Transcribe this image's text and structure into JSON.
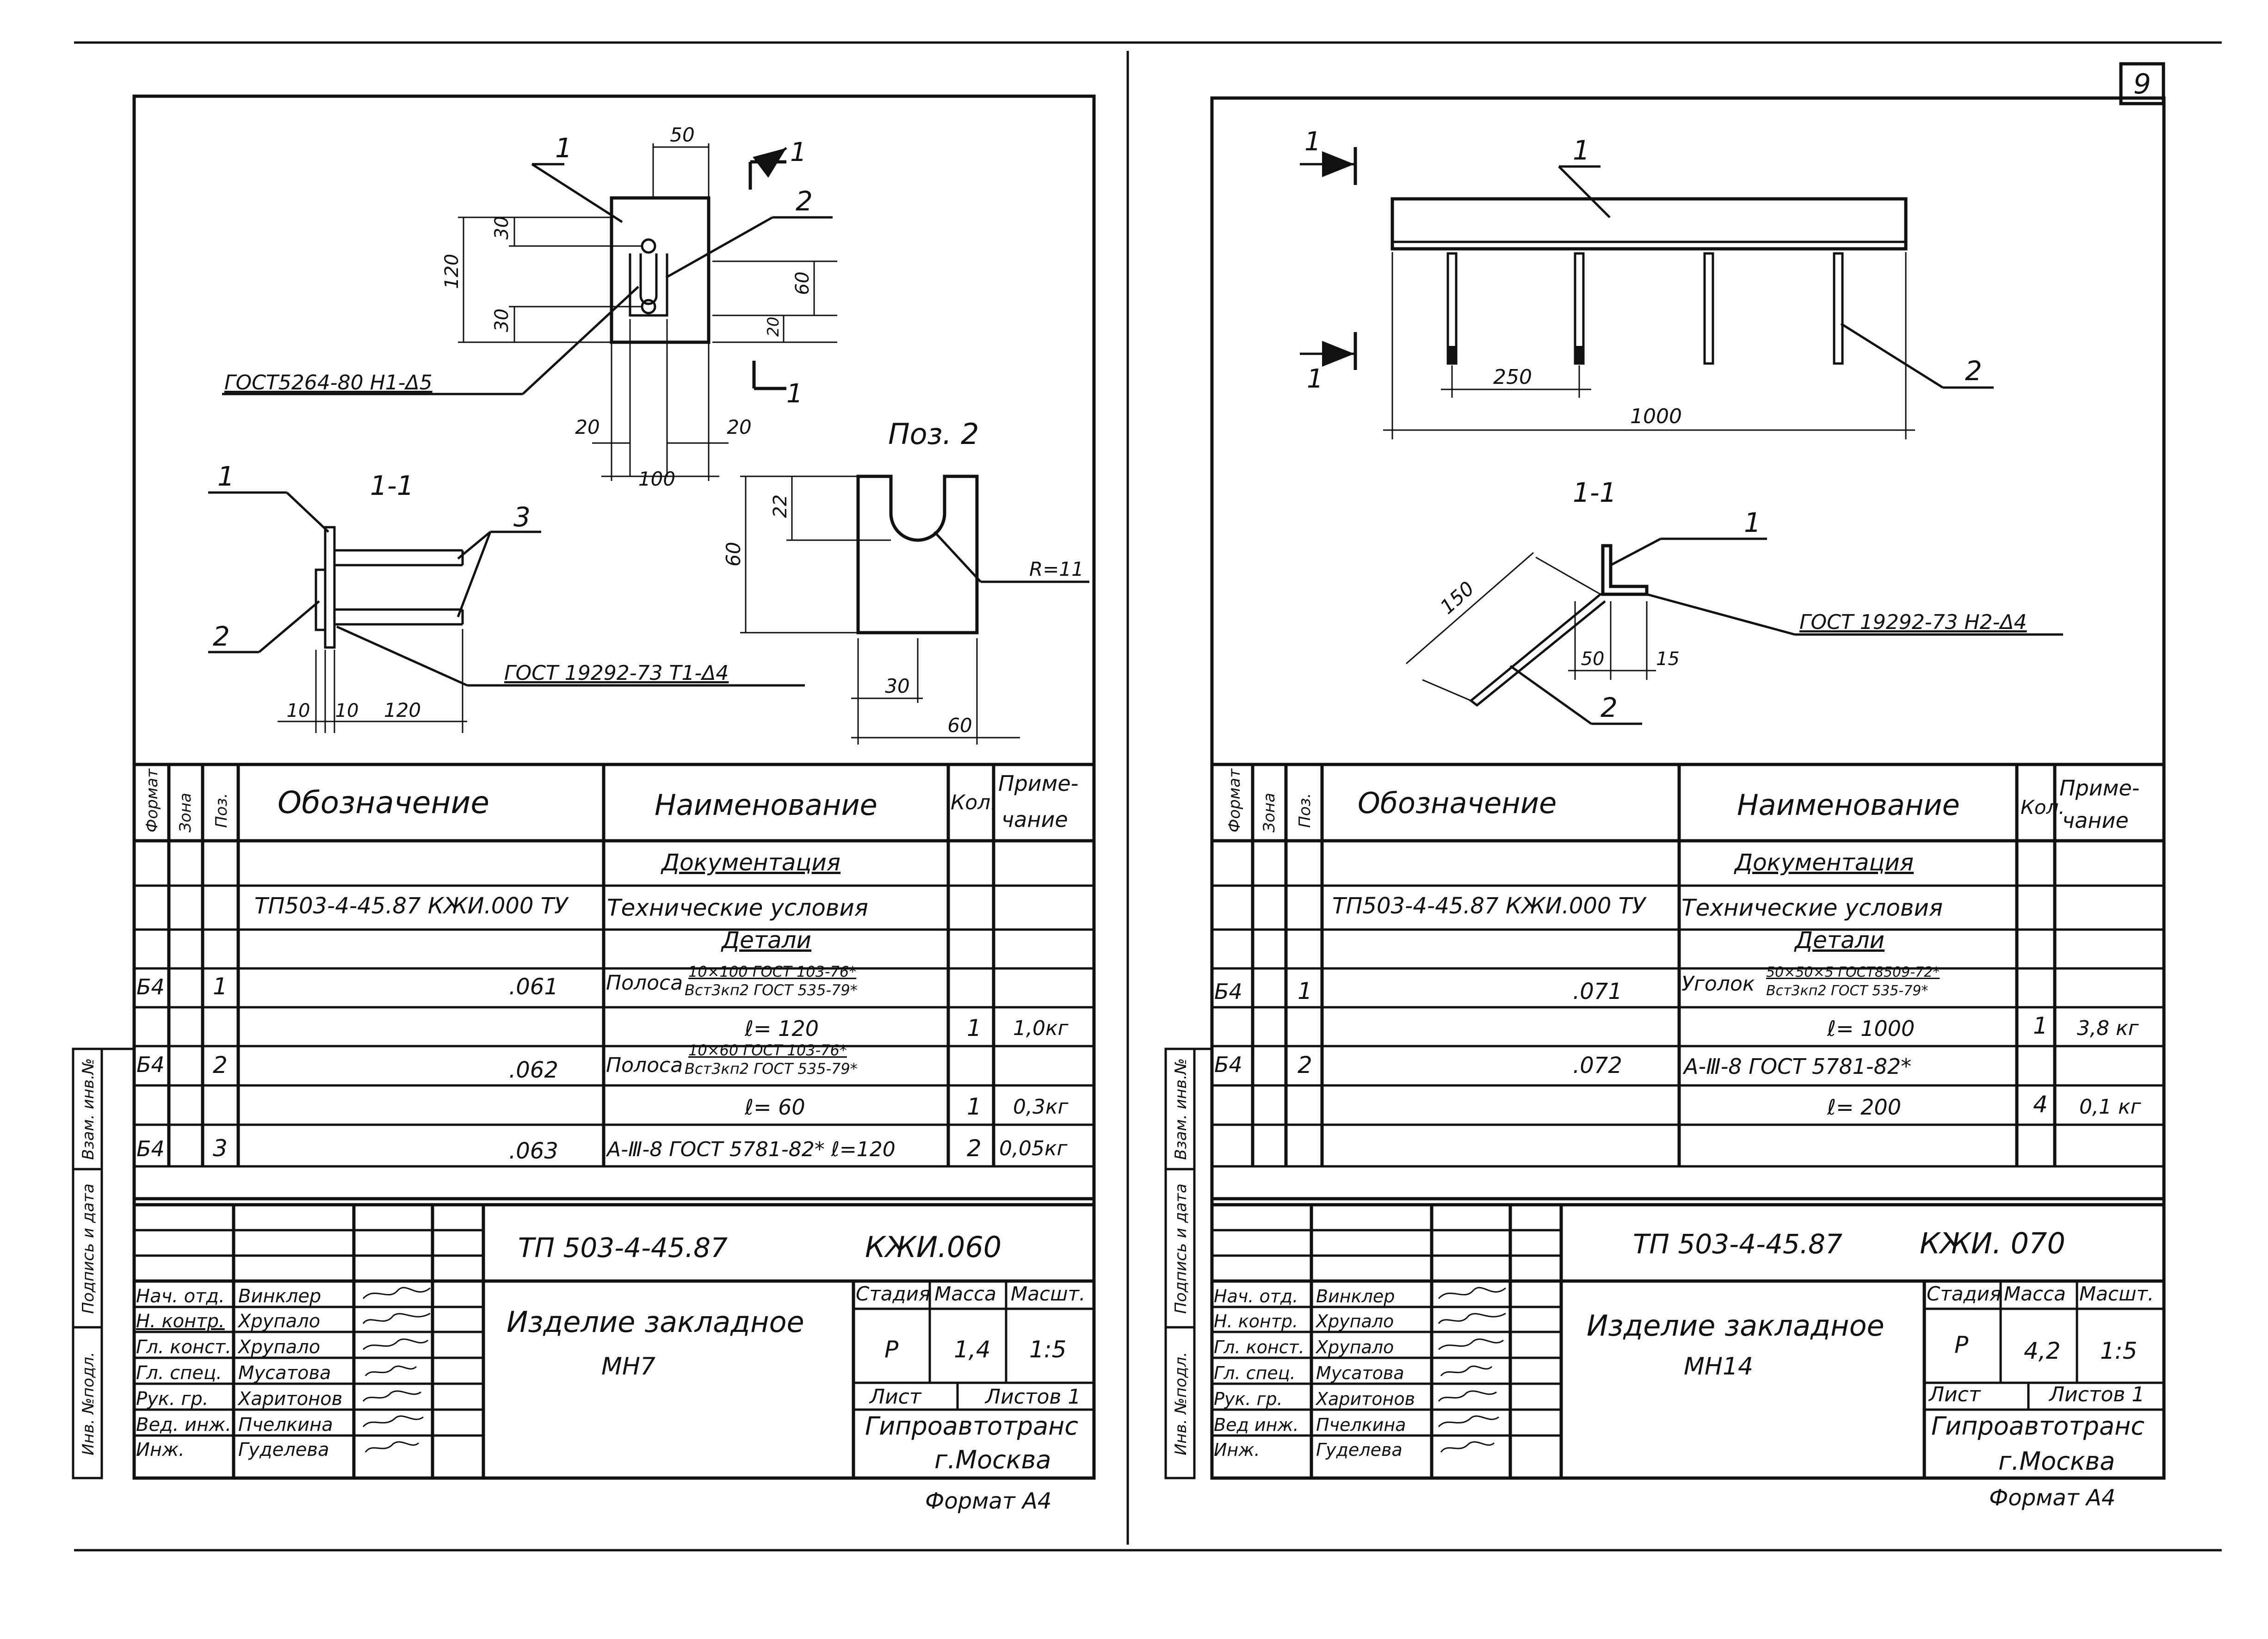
{
  "page_number": "9",
  "left": {
    "callouts": [
      "1",
      "2",
      "1",
      "1",
      "2",
      "3"
    ],
    "section_marks": [
      "1",
      "1"
    ],
    "section_title": "1-1",
    "pos2_title": "Поз. 2",
    "dims": {
      "d50": "50",
      "d30a": "30",
      "d120": "120",
      "d30b": "30",
      "d60v": "60",
      "d20v": "20",
      "d20l": "20",
      "d20r": "20",
      "d100": "100",
      "d22": "22",
      "d60p": "60",
      "r11": "R=11",
      "d30p": "30",
      "d60ph": "60",
      "d10a": "10",
      "d10b": "10",
      "d120s": "120"
    },
    "notes": {
      "weld_top": "ГОСТ5264-80 Н1-Δ5",
      "weld_sec": "ГОСТ 19292-73 Т1-Δ4"
    },
    "spec_headers": {
      "format": "Формат",
      "zone": "Зона",
      "pos": "Поз.",
      "designation": "Обозначение",
      "name": "Наименование",
      "qty": "Кол.",
      "note_top": "Приме-",
      "note_bottom": "чание"
    },
    "spec_rows": [
      {
        "format": "",
        "pos": "",
        "designation": "",
        "name": "Документация",
        "qty": "",
        "note": ""
      },
      {
        "format": "",
        "pos": "",
        "designation": "ТП503-4-45.87 КЖИ.000 ТУ",
        "name": "Технические условия",
        "qty": "",
        "note": ""
      },
      {
        "format": "",
        "pos": "",
        "designation": "",
        "name": "Детали",
        "qty": "",
        "note": ""
      },
      {
        "format": "Б4",
        "pos": "1",
        "designation": ".061",
        "name": "Полоса",
        "frac_top": "10×100 ГОСТ 103-76*",
        "frac_bottom": "Вст3кп2 ГОСТ 535-79*",
        "qty": "",
        "note": ""
      },
      {
        "format": "",
        "pos": "",
        "designation": "",
        "name": "ℓ= 120",
        "qty": "1",
        "note": "1,0кг"
      },
      {
        "format": "Б4",
        "pos": "2",
        "designation": ".062",
        "name": "Полоса",
        "frac_top": "10×60 ГОСТ 103-76*",
        "frac_bottom": "Вст3кп2 ГОСТ 535-79*",
        "qty": "",
        "note": ""
      },
      {
        "format": "",
        "pos": "",
        "designation": "",
        "name": "ℓ= 60",
        "qty": "1",
        "note": "0,3кг"
      },
      {
        "format": "Б4",
        "pos": "3",
        "designation": ".063",
        "name": "А-Ⅲ-8  ГОСТ 5781-82*  ℓ=120",
        "qty": "2",
        "note": "0,05кг"
      }
    ],
    "title_block": {
      "code": "ТП 503-4-45.87",
      "doc": "КЖИ.060",
      "item_name": "Изделие закладное",
      "item_mark": "МН7",
      "stage_label": "Стадия",
      "mass_label": "Масса",
      "scale_label": "Масшт.",
      "stage": "Р",
      "mass": "1,4",
      "scale": "1:5",
      "sheet_label": "Лист",
      "sheets_label": "Листов 1",
      "org": "Гипроавтотранс",
      "city": "г.Москва",
      "format": "Формат А4",
      "staff": [
        {
          "role": "Нач. отд.",
          "name": "Винклер"
        },
        {
          "role": "Н. контр.",
          "name": "Хрупало"
        },
        {
          "role": "Гл. конст.",
          "name": "Хрупало"
        },
        {
          "role": "Гл. спец.",
          "name": "Мусатова"
        },
        {
          "role": "Рук. гр.",
          "name": "Харитонов"
        },
        {
          "role": "Вед. инж.",
          "name": "Пчелкина"
        },
        {
          "role": "Инж.",
          "name": "Гуделева"
        }
      ],
      "side_labels": [
        "Инв. №подл.",
        "Подпись и дата",
        "Взам. инв.№"
      ]
    }
  },
  "right": {
    "callouts": [
      "1",
      "2",
      "1",
      "2"
    ],
    "section_marks": [
      "1",
      "1"
    ],
    "section_title": "1-1",
    "dims": {
      "d250": "250",
      "d1000": "1000",
      "d150": "150",
      "d50": "50",
      "d15": "15"
    },
    "notes": {
      "weld": "ГОСТ 19292-73 Н2-Δ4"
    },
    "spec_headers": {
      "format": "Формат",
      "zone": "Зона",
      "pos": "Поз.",
      "designation": "Обозначение",
      "name": "Наименование",
      "qty": "Кол.",
      "note_top": "Приме-",
      "note_bottom": "чание"
    },
    "spec_rows": [
      {
        "format": "",
        "pos": "",
        "designation": "",
        "name": "Документация",
        "qty": "",
        "note": ""
      },
      {
        "format": "",
        "pos": "",
        "designation": "ТП503-4-45.87 КЖИ.000 ТУ",
        "name": "Технические условия",
        "qty": "",
        "note": ""
      },
      {
        "format": "",
        "pos": "",
        "designation": "",
        "name": "Детали",
        "qty": "",
        "note": ""
      },
      {
        "format": "Б4",
        "pos": "1",
        "designation": ".071",
        "name": "Уголок",
        "frac_top": "50×50×5 ГОСТ8509-72*",
        "frac_bottom": "Вст3кп2 ГОСТ 535-79*",
        "qty": "",
        "note": ""
      },
      {
        "format": "",
        "pos": "",
        "designation": "",
        "name": "ℓ= 1000",
        "qty": "1",
        "note": "3,8 кг"
      },
      {
        "format": "Б4",
        "pos": "2",
        "designation": ".072",
        "name": "А-Ⅲ-8 ГОСТ 5781-82*",
        "qty": "",
        "note": ""
      },
      {
        "format": "",
        "pos": "",
        "designation": "",
        "name": "ℓ= 200",
        "qty": "4",
        "note": "0,1 кг"
      }
    ],
    "title_block": {
      "code": "ТП 503-4-45.87",
      "doc": "КЖИ. 070",
      "item_name": "Изделие закладное",
      "item_mark": "МН14",
      "stage_label": "Стадия",
      "mass_label": "Масса",
      "scale_label": "Масшт.",
      "stage": "Р",
      "mass": "4,2",
      "scale": "1:5",
      "sheet_label": "Лист",
      "sheets_label": "Листов 1",
      "org": "Гипроавтотранс",
      "city": "г.Москва",
      "format": "Формат А4",
      "staff": [
        {
          "role": "Нач. отд.",
          "name": "Винклер"
        },
        {
          "role": "Н. контр.",
          "name": "Хрупало"
        },
        {
          "role": "Гл. конст.",
          "name": "Хрупало"
        },
        {
          "role": "Гл. спец.",
          "name": "Мусатова"
        },
        {
          "role": "Рук. гр.",
          "name": "Харитонов"
        },
        {
          "role": "Вед инж.",
          "name": "Пчелкина"
        },
        {
          "role": "Инж.",
          "name": "Гуделева"
        }
      ],
      "side_labels": [
        "Инв. №подл.",
        "Подпись и дата",
        "Взам. инв.№"
      ]
    }
  }
}
